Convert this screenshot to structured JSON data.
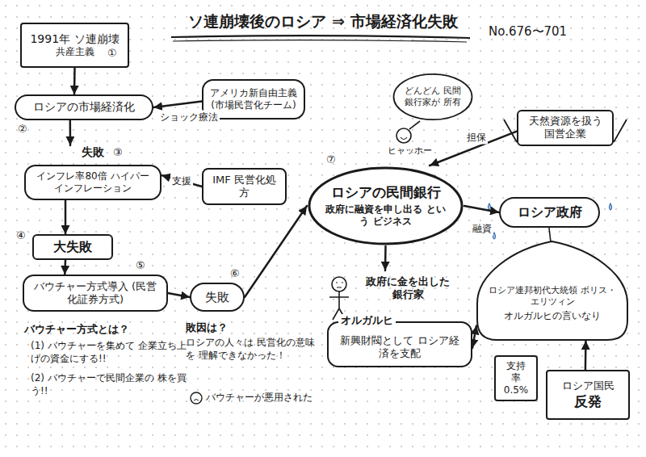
{
  "diagram": {
    "title": "ソ連崩壊後のロシア ⇒ 市場経済化失敗",
    "nodes": [
      {
        "text": [
          "1991年 ソ連崩壊",
          "共産主義"
        ]
      },
      {
        "text": [
          "ロシアの市場経済化"
        ]
      },
      {
        "text": [
          "アメリカ新自由主義 (市場民営化チーム)"
        ]
      },
      {
        "text": [
          "失敗",
          "インフレ率80倍 ハイパーインフレーション"
        ]
      },
      {
        "text": [
          "IMF 民営化処方"
        ]
      },
      {
        "text": [
          "大失敗"
        ]
      },
      {
        "text": [
          "バウチャー方式導入 (民営化証券方式)"
        ]
      },
      {
        "text": [
          "失敗"
        ]
      },
      {
        "text": [
          "どんどん 民間銀行家が 所有"
        ]
      },
      {
        "text": [
          "ロシアの民間銀行",
          "政府に融資を申し出る という ビジネス"
        ]
      },
      {
        "text": [
          "天然資源を扱う 国営企業"
        ]
      },
      {
        "text": [
          "ロシア政府"
        ]
      },
      {
        "text": [
          "ロシア連邦初代大統領 ボリス・エリツィン",
          "オルガルヒの言いなり"
        ]
      },
      {
        "text": [
          "政府に金を出した 銀行家",
          "オルガルヒ",
          "新興財閥として ロシア経済を支配"
        ]
      },
      {
        "text": [
          "支持率 0.5%"
        ]
      },
      {
        "text": [
          "ロシア国民",
          "反発"
        ]
      }
    ],
    "edges": [
      {
        "from": 0,
        "to": 1,
        "arrow": "to"
      },
      {
        "from": 2,
        "to": 1,
        "label": "ショック療法",
        "arrow": "to"
      },
      {
        "from": 1,
        "to": 3,
        "arrow": "to"
      },
      {
        "from": 4,
        "to": 3,
        "label": "支援",
        "arrow": "to"
      },
      {
        "from": 3,
        "to": 5,
        "arrow": "to"
      },
      {
        "from": 5,
        "to": 6,
        "arrow": "to"
      },
      {
        "from": 6,
        "to": 7,
        "arrow": "to"
      },
      {
        "from": 7,
        "to": 9,
        "arrow": "to"
      },
      {
        "from": 10,
        "to": 9,
        "label": "担保",
        "arrow": "to"
      },
      {
        "from": 9,
        "to": 11,
        "label": "融資",
        "arrow": "to"
      },
      {
        "from": 9,
        "to": 13,
        "arrow": "to"
      },
      {
        "from": 13,
        "to": 12,
        "arrow": "both"
      },
      {
        "from": 15,
        "to": 12,
        "arrow": "to"
      }
    ],
    "labels": [
      "No.676〜701",
      "①",
      "②",
      "③",
      "④",
      "⑤",
      "⑥",
      "⑦",
      "バウチャー方式とは？",
      "(1) バウチャーを集めて 企業立ち上げの資金にする!!",
      "(2) バウチャーで民間企業の 株を買う!!",
      "敗因は？",
      "ロシアの人々は 民営化の意味を 理解できなかった！",
      "バウチャーが悪用された",
      "ヒャッホー"
    ]
  }
}
